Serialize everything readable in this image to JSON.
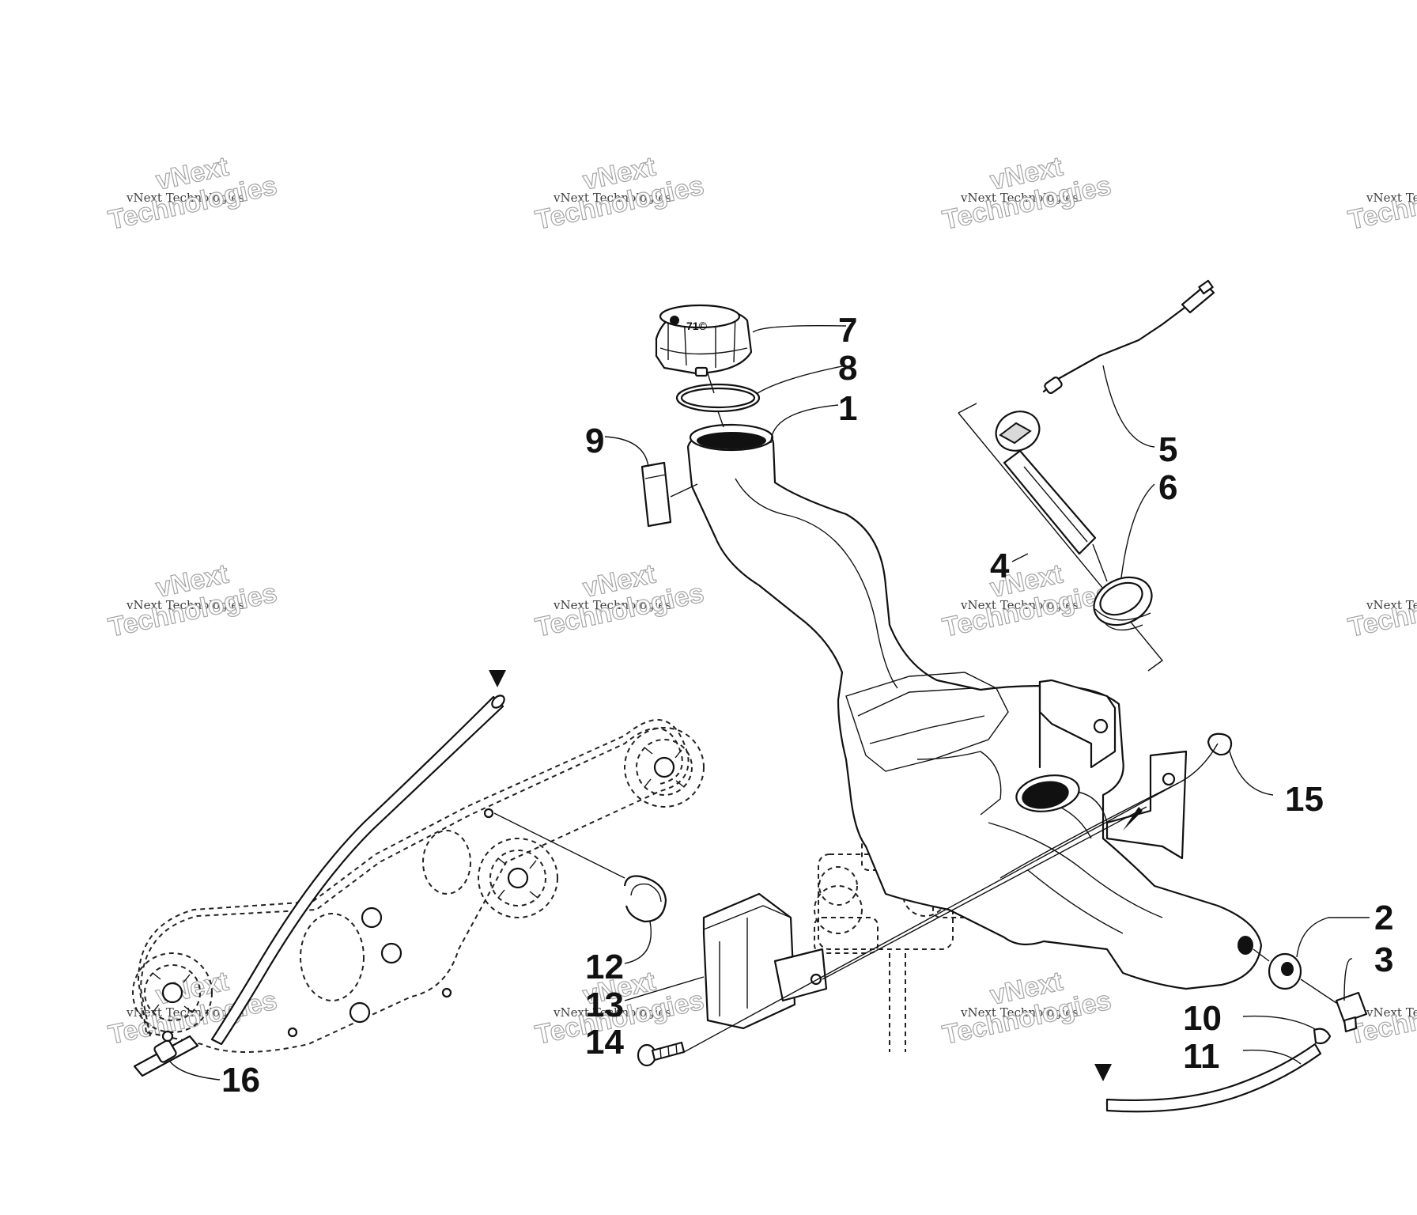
{
  "callouts": [
    {
      "id": "1",
      "label": "1"
    },
    {
      "id": "2",
      "label": "2"
    },
    {
      "id": "3",
      "label": "3"
    },
    {
      "id": "4",
      "label": "4"
    },
    {
      "id": "5",
      "label": "5"
    },
    {
      "id": "6",
      "label": "6"
    },
    {
      "id": "7",
      "label": "7"
    },
    {
      "id": "8",
      "label": "8"
    },
    {
      "id": "9",
      "label": "9"
    },
    {
      "id": "10",
      "label": "10"
    },
    {
      "id": "11",
      "label": "11"
    },
    {
      "id": "12",
      "label": "12"
    },
    {
      "id": "13",
      "label": "13"
    },
    {
      "id": "14",
      "label": "14"
    },
    {
      "id": "15",
      "label": "15"
    },
    {
      "id": "16",
      "label": "16"
    }
  ],
  "watermark": {
    "line_top": "vNext",
    "line_mid": "vNext Technologies",
    "line_big": "Technologies"
  },
  "cap_marking": "71©",
  "colors": {
    "ink": "#111111",
    "watermark": "#9a9a9a",
    "background": "#ffffff"
  }
}
